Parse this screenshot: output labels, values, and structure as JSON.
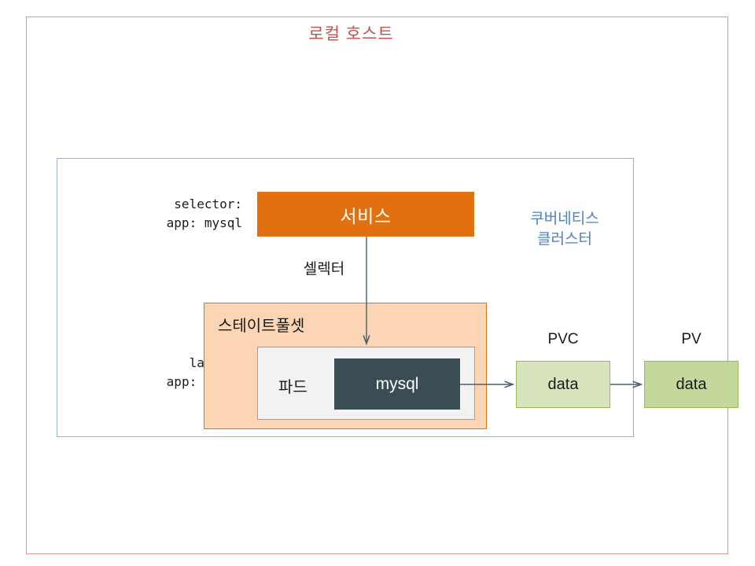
{
  "host": {
    "title": "로컬 호스트",
    "border_color": "#D99694",
    "title_color": "#C0504D"
  },
  "cluster": {
    "label_line1": "쿠버네티스",
    "label_line2": "클러스터",
    "border_color": "#95B3D7",
    "label_color": "#4F81BD"
  },
  "annotations": {
    "selector": "selector:\n   app: mysql",
    "labels": "labels:\n  app: mysql"
  },
  "service": {
    "label": "서비스",
    "fill": "#E2700E",
    "text_color": "#FFFFFF"
  },
  "selector_edge": {
    "label": "셀렉터",
    "color": "#3B4D54"
  },
  "statefulset": {
    "label": "스테이트풀셋",
    "fill": "#FCD5B4",
    "border": "#E2700E"
  },
  "pod": {
    "label": "파드",
    "fill": "#F2F2F2",
    "border": "#9E9E9E"
  },
  "container": {
    "label": "mysql",
    "fill": "#3B4D54",
    "text_color": "#FFFFFF"
  },
  "storage": {
    "pvc": {
      "caption": "PVC",
      "value": "data",
      "fill": "#D7E4BD",
      "border": "#9BBB59"
    },
    "pv": {
      "caption": "PV",
      "value": "data",
      "fill": "#C4D89C",
      "border": "#9BBB59"
    }
  }
}
